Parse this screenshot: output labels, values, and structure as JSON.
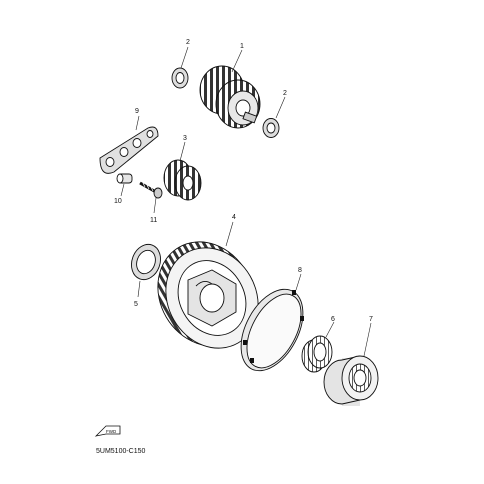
{
  "diagram_code": "5UM5100-C150",
  "front_marker": "FWD",
  "callouts": {
    "c1": "1",
    "c2a": "2",
    "c2b": "2",
    "c3": "3",
    "c4": "4",
    "c5": "5",
    "c6": "6",
    "c7": "7",
    "c8": "8",
    "c9": "9",
    "c10": "10",
    "c11": "11"
  }
}
